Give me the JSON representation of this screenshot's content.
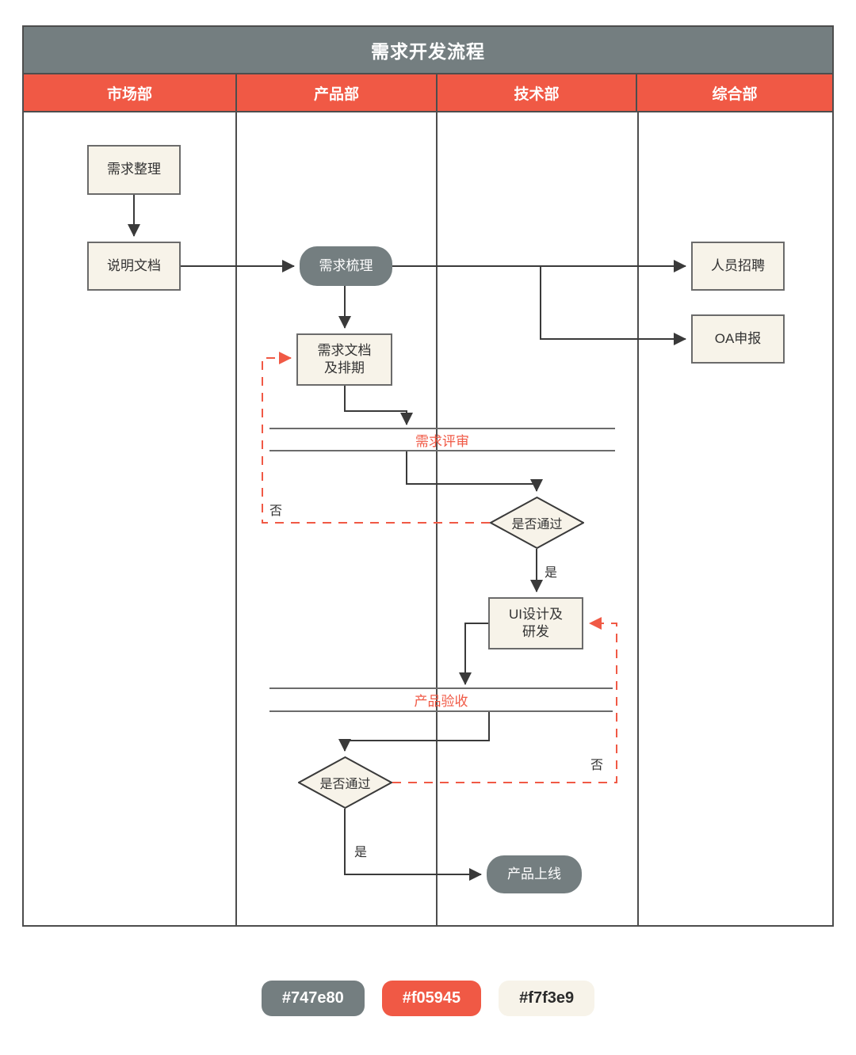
{
  "chart": {
    "title": "需求开发流程",
    "lanes": [
      {
        "label": "市场部"
      },
      {
        "label": "产品部"
      },
      {
        "label": "技术部"
      },
      {
        "label": "综合部"
      }
    ],
    "nodes": {
      "req_collect": "需求整理",
      "spec_doc": "说明文档",
      "req_sort": "需求梳理",
      "req_doc_schedule": "需求文档\n及排期",
      "req_doc_schedule_line1": "需求文档",
      "req_doc_schedule_line2": "及排期",
      "decision_1": "是否通过",
      "ui_dev_line1": "UI设计及",
      "ui_dev_line2": "研发",
      "decision_2": "是否通过",
      "recruit": "人员招聘",
      "oa_apply": "OA申报",
      "launch": "产品上线"
    },
    "bands": {
      "review": "需求评审",
      "acceptance": "产品验收"
    },
    "edge_labels": {
      "no_1": "否",
      "yes_1": "是",
      "no_2": "否",
      "yes_2": "是"
    }
  },
  "legend": {
    "chips": [
      {
        "code": "#747e80"
      },
      {
        "code": "#f05945"
      },
      {
        "code": "#f7f3e9"
      }
    ]
  },
  "colors": {
    "gray": "#747e80",
    "red": "#f05945",
    "cream": "#f7f3e9",
    "line": "#4d4d4d"
  }
}
